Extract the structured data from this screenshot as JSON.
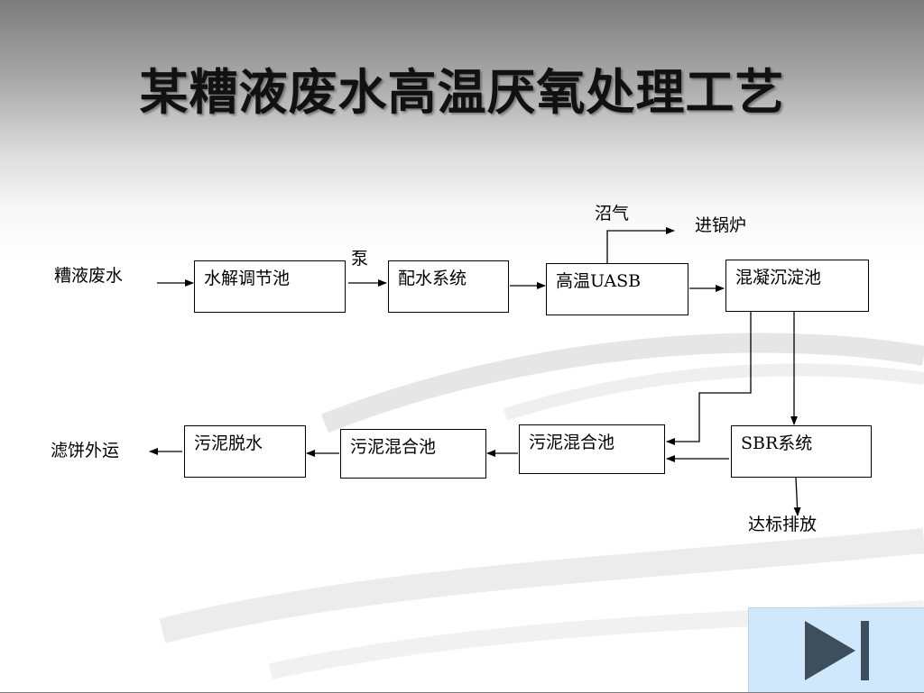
{
  "slide": {
    "title": "某糟液废水高温厌氧处理工艺"
  },
  "diagram": {
    "source": "糟液废水",
    "pump_label": "泵",
    "biogas_label": "沼气",
    "boiler_label": "进锅炉",
    "discharge_label": "达标排放",
    "filter_cake_label": "滤饼外运",
    "nodes": {
      "hydrolysis": "水解调节池",
      "water_mix": "配水系统",
      "uasb": "高温UASB",
      "coagulation": "混凝沉淀池",
      "sbr": "SBR系统",
      "sludge_mix_right": "污泥混合池",
      "sludge_mix_left": "污泥混合池",
      "sludge_dewater": "污泥脱水"
    }
  },
  "nav": {
    "next_icon": "play-next-icon",
    "colors": {
      "background": "#cfe8fb",
      "icon": "#3d4f5c"
    }
  }
}
